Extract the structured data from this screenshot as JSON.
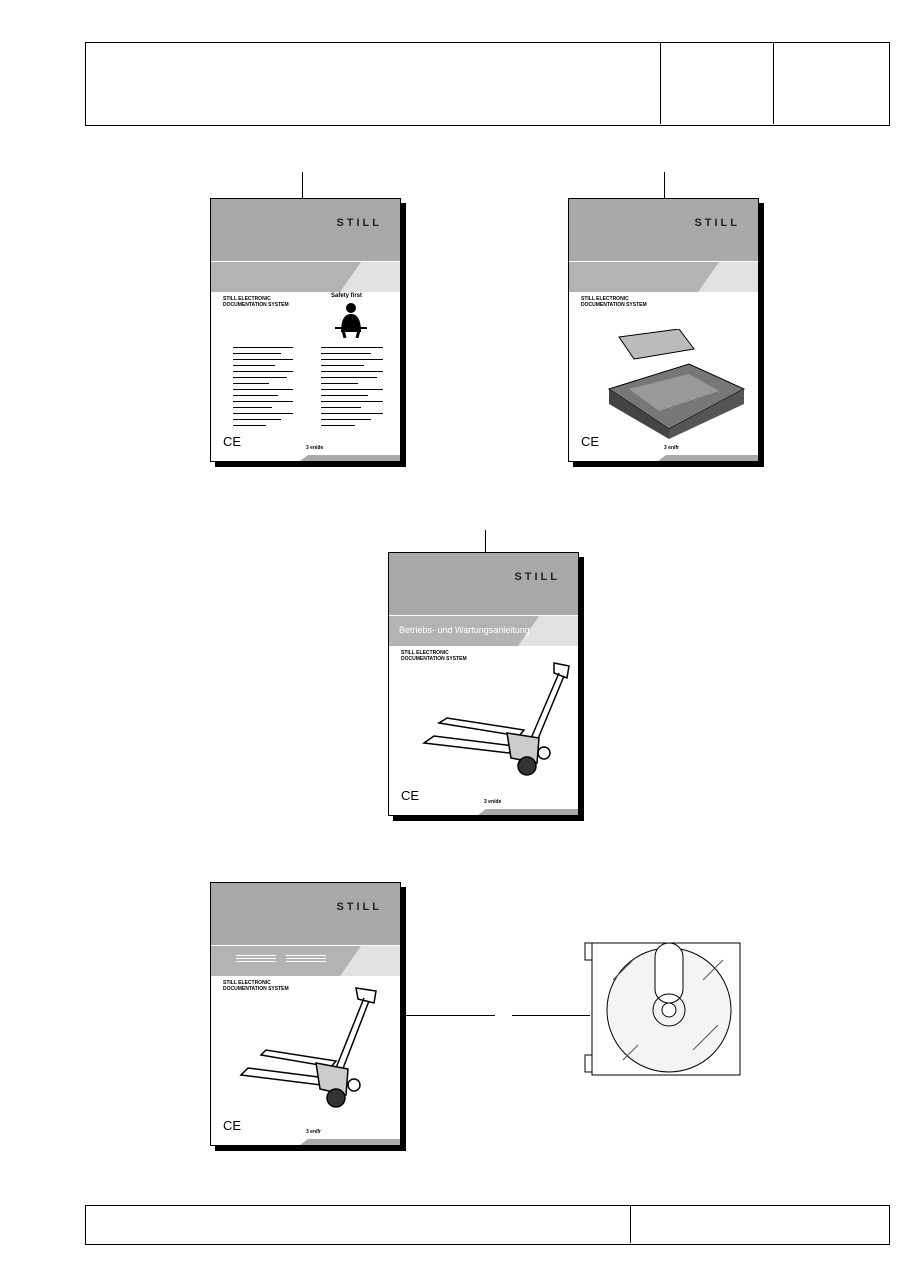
{
  "booklets": [
    {
      "logo": "STILL",
      "system": "STILL ELECTRONIC DOCUMENTATION SYSTEM",
      "badge": "Safety first",
      "ce": "CE",
      "code": "3 en/de"
    },
    {
      "logo": "STILL",
      "system": "STILL ELECTRONIC DOCUMENTATION SYSTEM",
      "ce": "CE",
      "code": "3 en/fr"
    },
    {
      "logo": "STILL",
      "title": "Betriebs- und Wartungsanleitung",
      "system": "STILL ELECTRONIC DOCUMENTATION SYSTEM",
      "ce": "CE",
      "code": "3 en/de"
    },
    {
      "logo": "STILL",
      "system": "STILL ELECTRONIC DOCUMENTATION SYSTEM",
      "ce": "CE",
      "code": "3 en/fr"
    }
  ]
}
